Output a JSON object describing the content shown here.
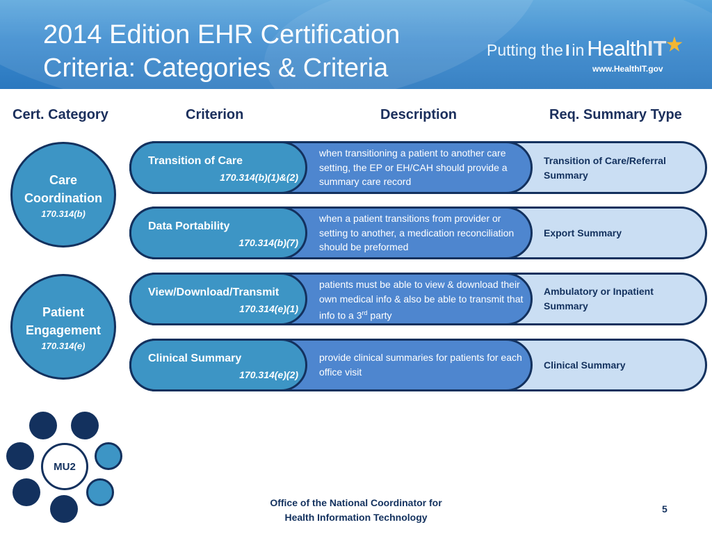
{
  "slide": {
    "title_line1": "2014 Edition EHR Certification",
    "title_line2": "Criteria: Categories & Criteria",
    "page_number": "5"
  },
  "logo": {
    "part1": "Putting the",
    "part2": "I",
    "part3": "in",
    "part4": "Health",
    "part5": "IT",
    "url": "www.HealthIT.gov",
    "star_color": "#f2b632"
  },
  "columns": {
    "category": "Cert. Category",
    "criterion": "Criterion",
    "description": "Description",
    "summary_type": "Req. Summary Type"
  },
  "categories": [
    {
      "name": "Care Coordination",
      "code": "170.314(b)"
    },
    {
      "name": "Patient Engagement",
      "code": "170.314(e)"
    }
  ],
  "rows": [
    {
      "criterion": "Transition of Care",
      "code": "170.314(b)(1)&(2)",
      "description": "when transitioning a patient to another care setting, the EP or EH/CAH should provide a summary care record",
      "summary": "Transition of Care/Referral Summary"
    },
    {
      "criterion": "Data Portability",
      "code": "170.314(b)(7)",
      "description": "when a patient transitions from provider or setting to another, a medication reconciliation should be preformed",
      "summary": "Export Summary"
    },
    {
      "criterion": "View/Download/Transmit",
      "code": "170.314(e)(1)",
      "description_main": "patients must be able to view & download their own medical info & also be able to transmit that info to a 3",
      "description_sup": "rd",
      "description_end": " party",
      "summary": "Ambulatory or Inpatient Summary"
    },
    {
      "criterion": "Clinical Summary",
      "code": "170.314(e)(2)",
      "description": "provide clinical summaries for patients for each office visit",
      "summary": "Clinical Summary"
    }
  ],
  "mu2_label": "MU2",
  "footer": {
    "line1": "Office of the National Coordinator for",
    "line2": "Health Information Technology"
  },
  "colors": {
    "navy": "#13315e",
    "teal": "#3d95c5",
    "mid_blue": "#4e86cf",
    "light_blue": "#cadef3",
    "header_blue": "#3b8bcf"
  }
}
